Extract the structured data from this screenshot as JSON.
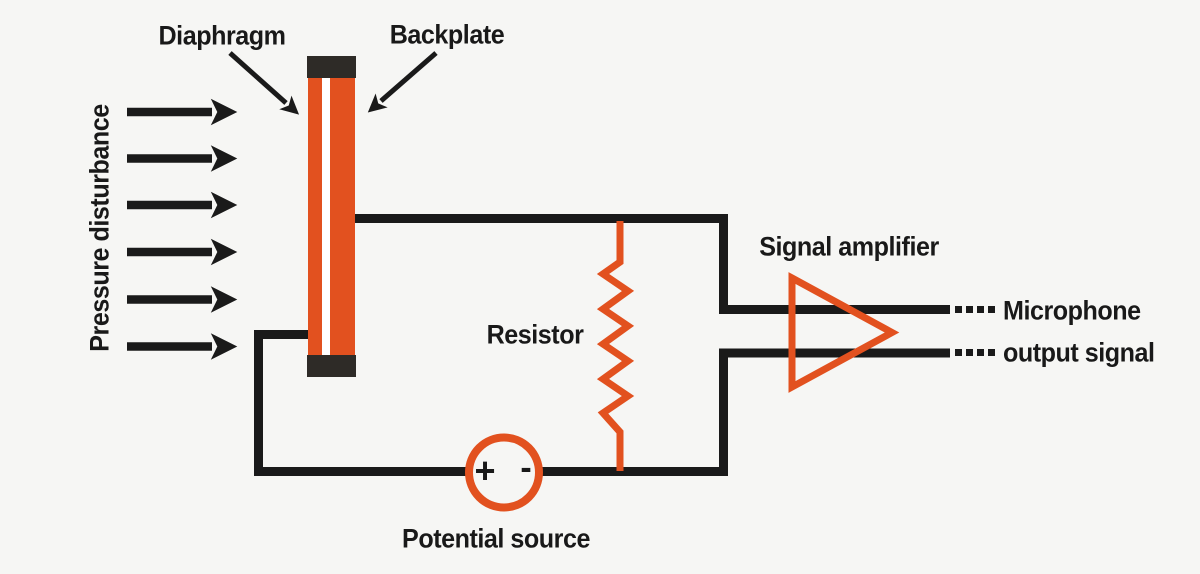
{
  "diagram": {
    "title_implied": "Condenser microphone schematic",
    "pressure_label": "Pressure disturbance",
    "diaphragm_label": "Diaphragm",
    "backplate_label": "Backplate",
    "resistor_label": "Resistor",
    "amplifier_label": "Signal amplifier",
    "output_label_line1": "Microphone",
    "output_label_line2": "output signal",
    "source_label": "Potential source",
    "source_plus": "+",
    "source_minus": "-"
  },
  "colors": {
    "background": "#F6F6F4",
    "wire_black": "#1A1A1A",
    "accent_orange": "#E2511F",
    "electrode_cap_dark": "#2E2B27",
    "capacitor_gap_white": "#FFFFFF"
  },
  "icons": {
    "pressure_arrow": "right-arrow",
    "pointer_arrow": "diagonal-arrow",
    "amplifier_symbol": "triangle-right",
    "source_symbol": "circle-plus-minus",
    "resistor_symbol": "zigzag"
  }
}
